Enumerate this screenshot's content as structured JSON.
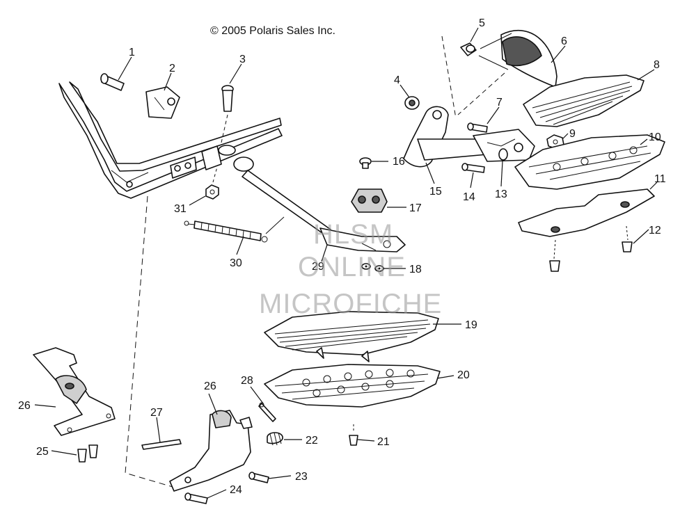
{
  "copyright": "© 2005 Polaris Sales Inc.",
  "watermark": {
    "line1": "HLSM",
    "line2": "ONLINE",
    "line3": "MICROFICHE"
  },
  "callouts": {
    "n1": "1",
    "n2": "2",
    "n3": "3",
    "n4": "4",
    "n5": "5",
    "n6": "6",
    "n7": "7",
    "n8": "8",
    "n9": "9",
    "n10": "10",
    "n11": "11",
    "n12": "12",
    "n13": "13",
    "n14": "14",
    "n15": "15",
    "n16": "16",
    "n17": "17",
    "n18": "18",
    "n19": "19",
    "n20": "20",
    "n21": "21",
    "n22": "22",
    "n23": "23",
    "n24": "24",
    "n25": "25",
    "n26a": "26",
    "n26b": "26",
    "n27": "27",
    "n28": "28",
    "n29": "29",
    "n30": "30",
    "n31": "31"
  },
  "colors": {
    "line": "#111111",
    "part_fill": "#ffffff",
    "shade": "#cfcfcf",
    "dark": "#555555",
    "watermark": "#969696"
  }
}
